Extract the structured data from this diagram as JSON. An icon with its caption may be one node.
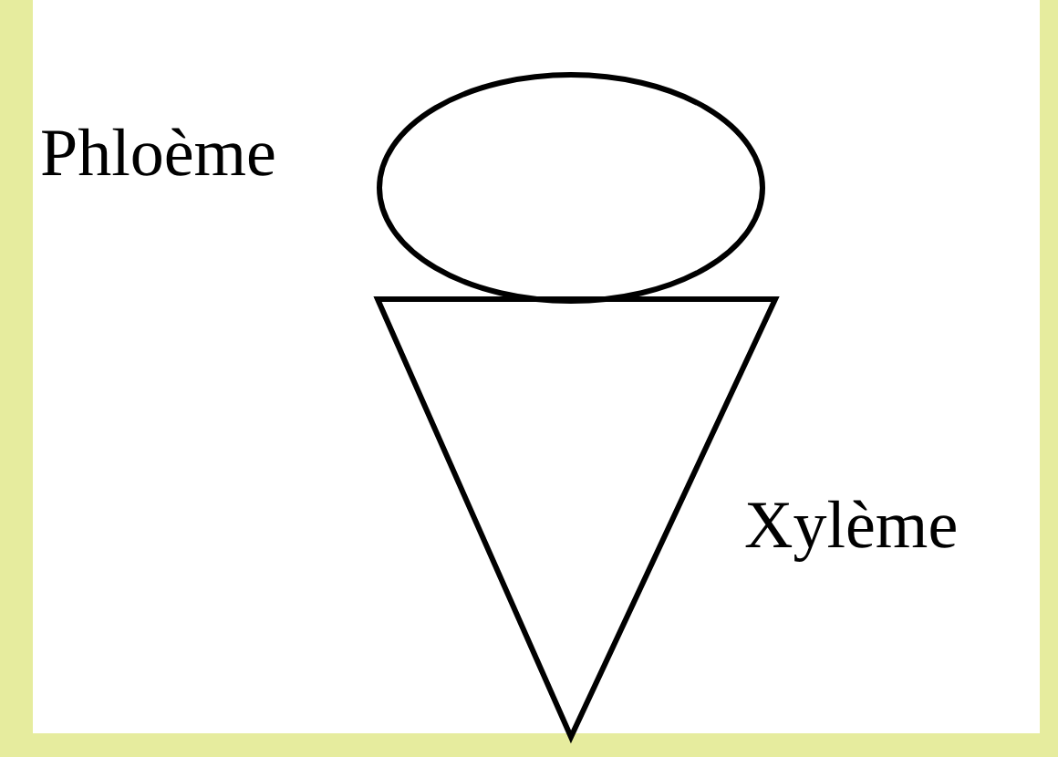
{
  "diagram": {
    "nodes": [
      {
        "text": [],
        "shape": "ellipse",
        "beside": [
          "Phloème"
        ]
      },
      {
        "text": [],
        "shape": "triangle",
        "beside": [
          "Xylème"
        ]
      }
    ]
  }
}
